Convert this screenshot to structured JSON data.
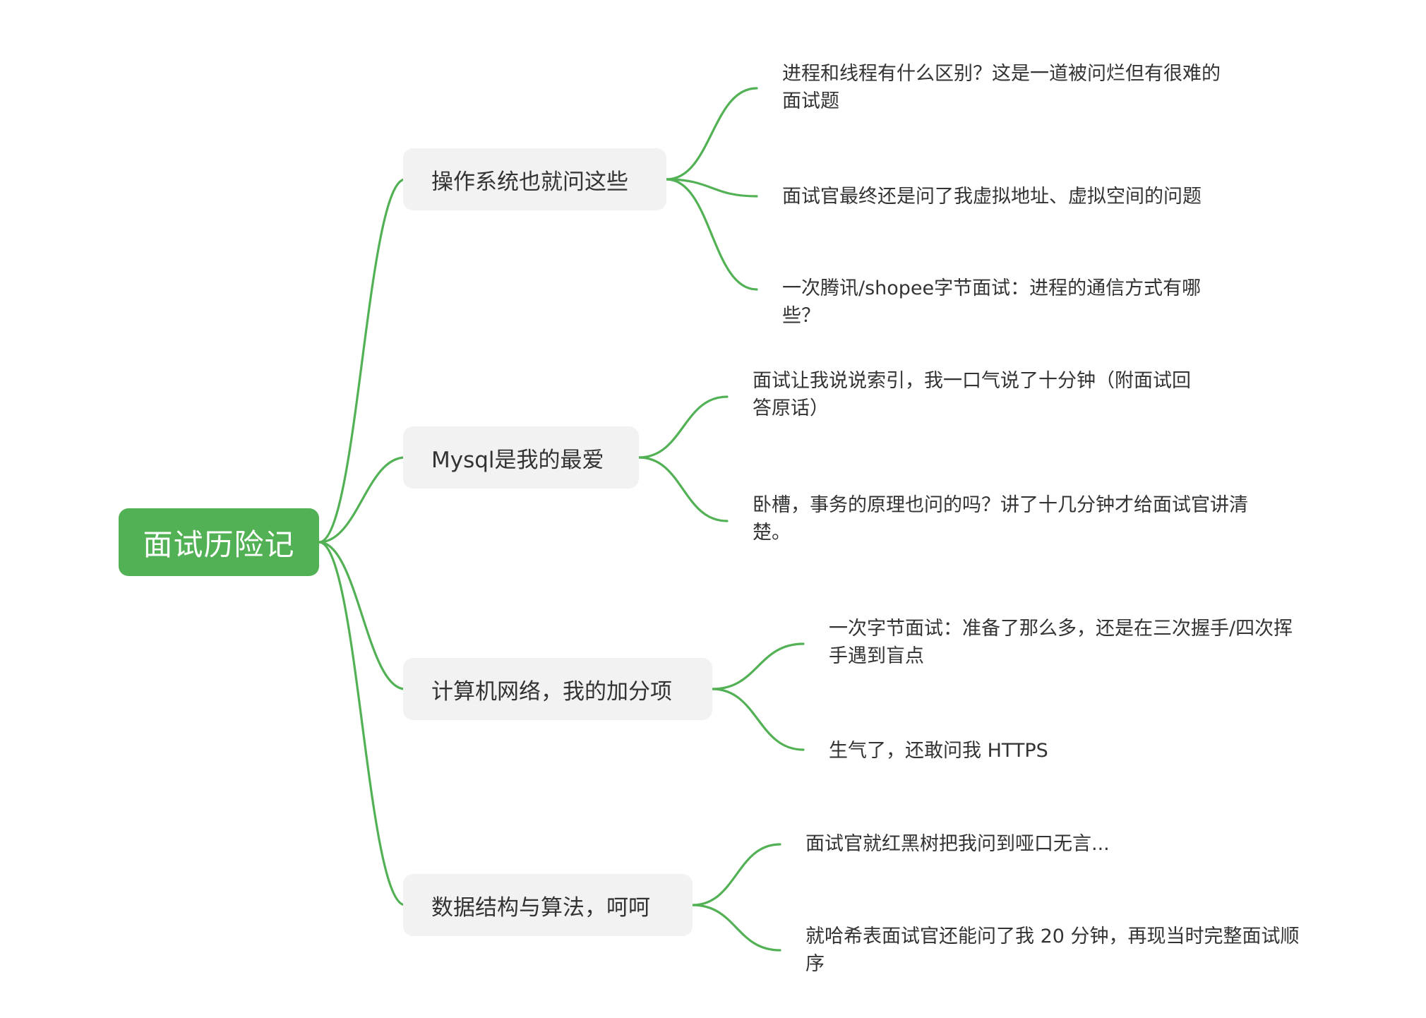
{
  "colors": {
    "accent": "#52b154",
    "branch_fill": "#f2f2f2",
    "text": "#333333",
    "root_text": "#ffffff"
  },
  "root": {
    "label": "面试历险记"
  },
  "branches": [
    {
      "label": "操作系统也就问这些",
      "leaves": [
        "进程和线程有什么区别？这是一道被问烂但有很难的面试题",
        "面试官最终还是问了我虚拟地址、虚拟空间的问题",
        "一次腾讯/shopee字节面试：进程的通信方式有哪些？"
      ]
    },
    {
      "label": "Mysql是我的最爱",
      "leaves": [
        "面试让我说说索引，我一口气说了十分钟（附面试回答原话）",
        "卧槽，事务的原理也问的吗？讲了十几分钟才给面试官讲清楚。"
      ]
    },
    {
      "label": "计算机网络，我的加分项",
      "leaves": [
        "一次字节面试：准备了那么多，还是在三次握手/四次挥手遇到盲点",
        "生气了，还敢问我 HTTPS"
      ]
    },
    {
      "label": "数据结构与算法，呵呵",
      "leaves": [
        "面试官就红黑树把我问到哑口无言...",
        "就哈希表面试官还能问了我 20 分钟，再现当时完整面试顺序"
      ]
    }
  ]
}
